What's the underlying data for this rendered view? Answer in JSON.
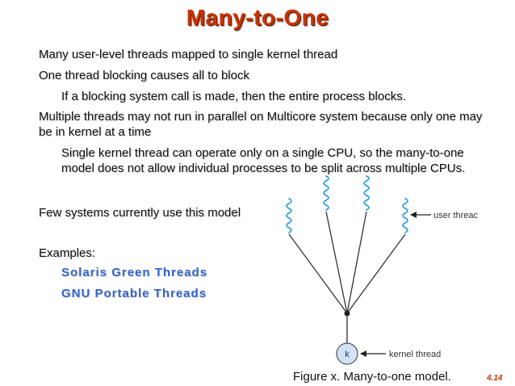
{
  "slide": {
    "title": "Many-to-One",
    "bullets": {
      "b1": "Many user-level threads mapped to single kernel thread",
      "b2": "One thread blocking causes all to block",
      "b2_sub": "If a blocking system call is made, then the entire process blocks.",
      "b3": "Multiple threads may not run in parallel on Multicore system because only one may be in kernel at a time",
      "b3_sub": "Single kernel thread can operate only on a single CPU, so the many-to-one model does not allow individual processes to be split across multiple CPUs.",
      "b4": "Few systems currently use this model",
      "b5": "Examples:"
    },
    "examples": [
      "Solaris Green Threads",
      "GNU Portable Threads"
    ],
    "figure": {
      "user_thread_label": "user threac",
      "kernel_thread_label": "kernel thread",
      "kernel_node_label": "k",
      "caption": "Figure x. Many-to-one model."
    },
    "page_number": "4.14"
  },
  "colors": {
    "title": "#cc3300",
    "example_text": "#3366cc",
    "kernel_node_fill": "#cfe3f5",
    "diagram_line": "#333333"
  }
}
